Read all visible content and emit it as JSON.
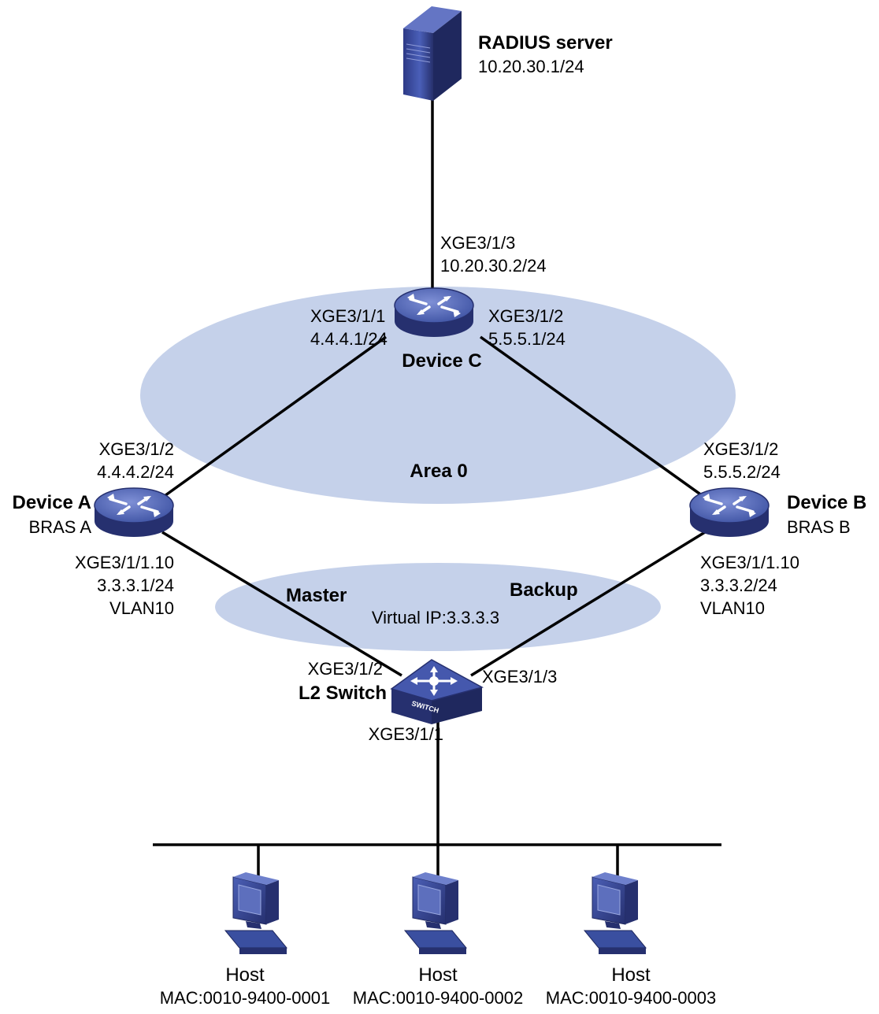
{
  "colors": {
    "area_fill": "#c5d1ea",
    "device_blue": "#3a4fa0",
    "device_dark": "#26306f",
    "link": "#000000"
  },
  "server": {
    "name": "RADIUS server",
    "ip": "10.20.30.1/24",
    "icon": "server-tower-icon"
  },
  "device_c": {
    "name": "Device C",
    "icon": "router-icon",
    "top_port": "XGE3/1/3",
    "top_ip": "10.20.30.2/24",
    "left_port": "XGE3/1/1",
    "left_ip": "4.4.4.1/24",
    "right_port": "XGE3/1/2",
    "right_ip": "5.5.5.1/24"
  },
  "area": {
    "label": "Area 0"
  },
  "device_a": {
    "name": "Device A",
    "role": "BRAS A",
    "icon": "router-icon",
    "up_port": "XGE3/1/2",
    "up_ip": "4.4.4.2/24",
    "down_port": "XGE3/1/1.10",
    "down_ip": "3.3.3.1/24",
    "vlan": "VLAN10"
  },
  "device_b": {
    "name": "Device B",
    "role": "BRAS B",
    "icon": "router-icon",
    "up_port": "XGE3/1/2",
    "up_ip": "5.5.5.2/24",
    "down_port": "XGE3/1/1.10",
    "down_ip": "3.3.3.2/24",
    "vlan": "VLAN10"
  },
  "vrrp": {
    "master": "Master",
    "backup": "Backup",
    "virtual_ip": "Virtual IP:3.3.3.3"
  },
  "l2_switch": {
    "name": "L2 Switch",
    "icon": "switch-icon",
    "icon_text": "SWITCH",
    "left_port": "XGE3/1/2",
    "right_port": "XGE3/1/3",
    "down_port": "XGE3/1/1"
  },
  "hosts": [
    {
      "label": "Host",
      "mac": "MAC:0010-9400-0001",
      "icon": "pc-icon"
    },
    {
      "label": "Host",
      "mac": "MAC:0010-9400-0002",
      "icon": "pc-icon"
    },
    {
      "label": "Host",
      "mac": "MAC:0010-9400-0003",
      "icon": "pc-icon"
    }
  ]
}
